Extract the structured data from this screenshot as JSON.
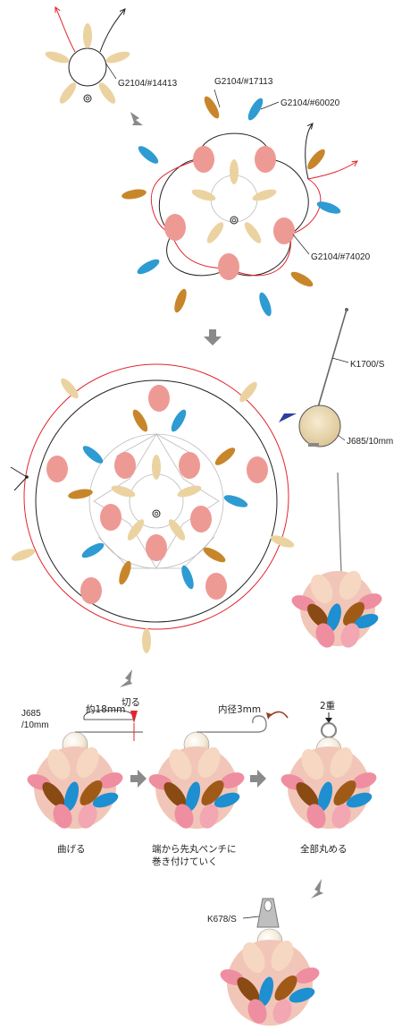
{
  "labels": {
    "step1_bead": "G2104/#14413",
    "step2_bead_a": "G2104/#17113",
    "step2_bead_b": "G2104/#60020",
    "step2_bead_c": "G2104/#74020",
    "pin": "K1700/S",
    "pearl": "J685/10mm",
    "pearl_small_line1": "J685",
    "pearl_small_line2": "/10mm",
    "measure": "約18mm",
    "cut": "切る",
    "inner_dia": "内径3mm",
    "double": "2重",
    "caption_bend": "曲げる",
    "caption_wrap_line1": "端から先丸ペンチに",
    "caption_wrap_line2": "巻き付けていく",
    "caption_roll": "全部丸める",
    "bail": "K678/S"
  },
  "colors": {
    "beige": "#EBD3A1",
    "blue": "#2E9BD2",
    "amber": "#C8862A",
    "pink": "#EE9A94",
    "red_thread": "#E0262D",
    "black_thread": "#222222",
    "gray_arrow": "#8A8A8A"
  }
}
